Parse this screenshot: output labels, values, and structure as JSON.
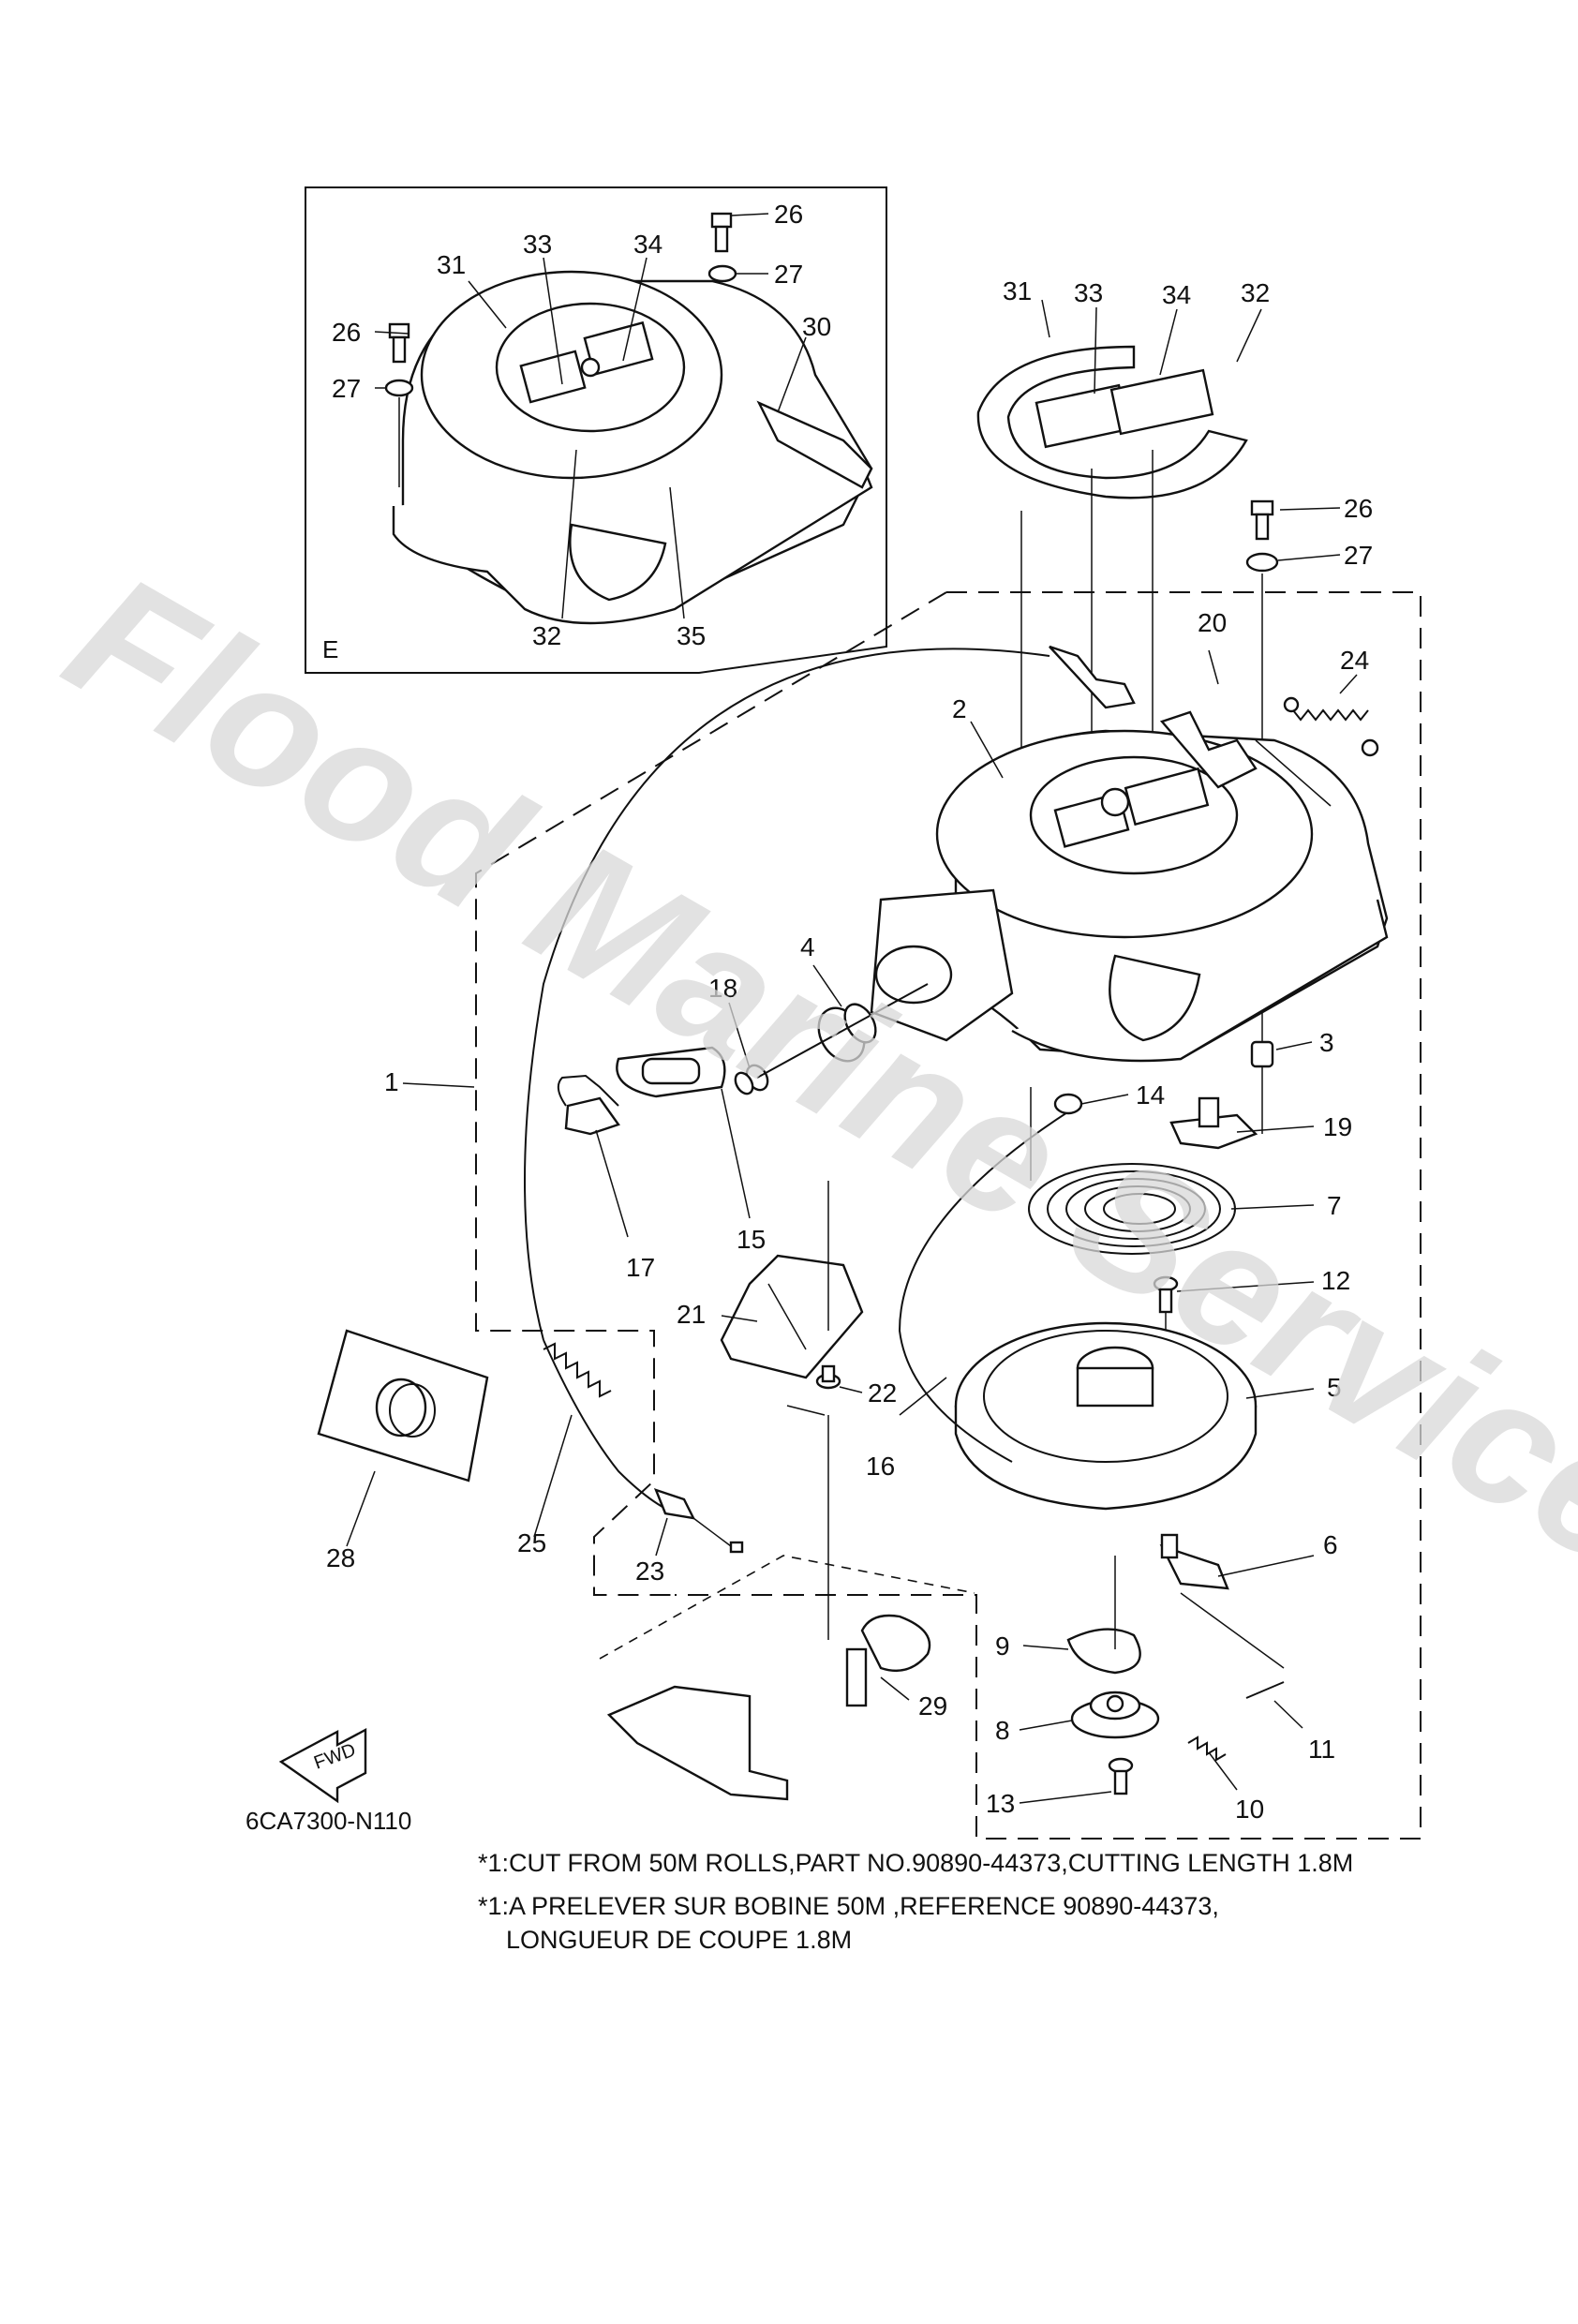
{
  "diagram": {
    "code": "6CA7300-N110",
    "inset_label": "E",
    "fwd_label": "FWD",
    "watermark": "Flood Marine Services",
    "notes": {
      "en": "*1:CUT FROM 50M ROLLS,PART NO.90890-44373,CUTTING LENGTH 1.8M",
      "fr_line1": "*1:A PRELEVER SUR BOBINE 50M ,REFERENCE 90890-44373,",
      "fr_line2": "LONGUEUR DE COUPE 1.8M"
    },
    "inset_callouts": [
      "26",
      "27",
      "31",
      "33",
      "34",
      "26",
      "27",
      "30",
      "32",
      "35"
    ],
    "main_callouts": [
      "31",
      "33",
      "34",
      "32",
      "26",
      "27",
      "20",
      "24",
      "2",
      "4",
      "18",
      "3",
      "1",
      "14",
      "19",
      "7",
      "15",
      "17",
      "12",
      "21",
      "22",
      "5",
      "16",
      "28",
      "25",
      "23",
      "6",
      "9",
      "29",
      "11",
      "8",
      "10",
      "13"
    ]
  }
}
